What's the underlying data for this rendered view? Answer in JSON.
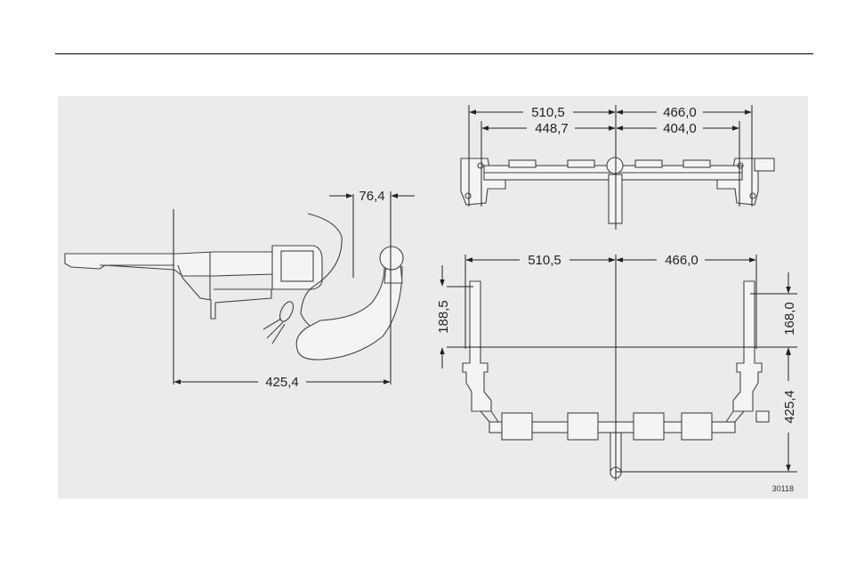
{
  "dimensions": {
    "side_view": {
      "offset": "76,4",
      "length": "425,4"
    },
    "top_view": {
      "outer_left": "510,5",
      "outer_right": "466,0",
      "inner_left": "448,7",
      "inner_right": "404,0"
    },
    "plan_view": {
      "left": "510,5",
      "right": "466,0",
      "height_left": "188,5",
      "height_right": "168,0",
      "depth": "425,4"
    }
  },
  "figure_number": "30118"
}
